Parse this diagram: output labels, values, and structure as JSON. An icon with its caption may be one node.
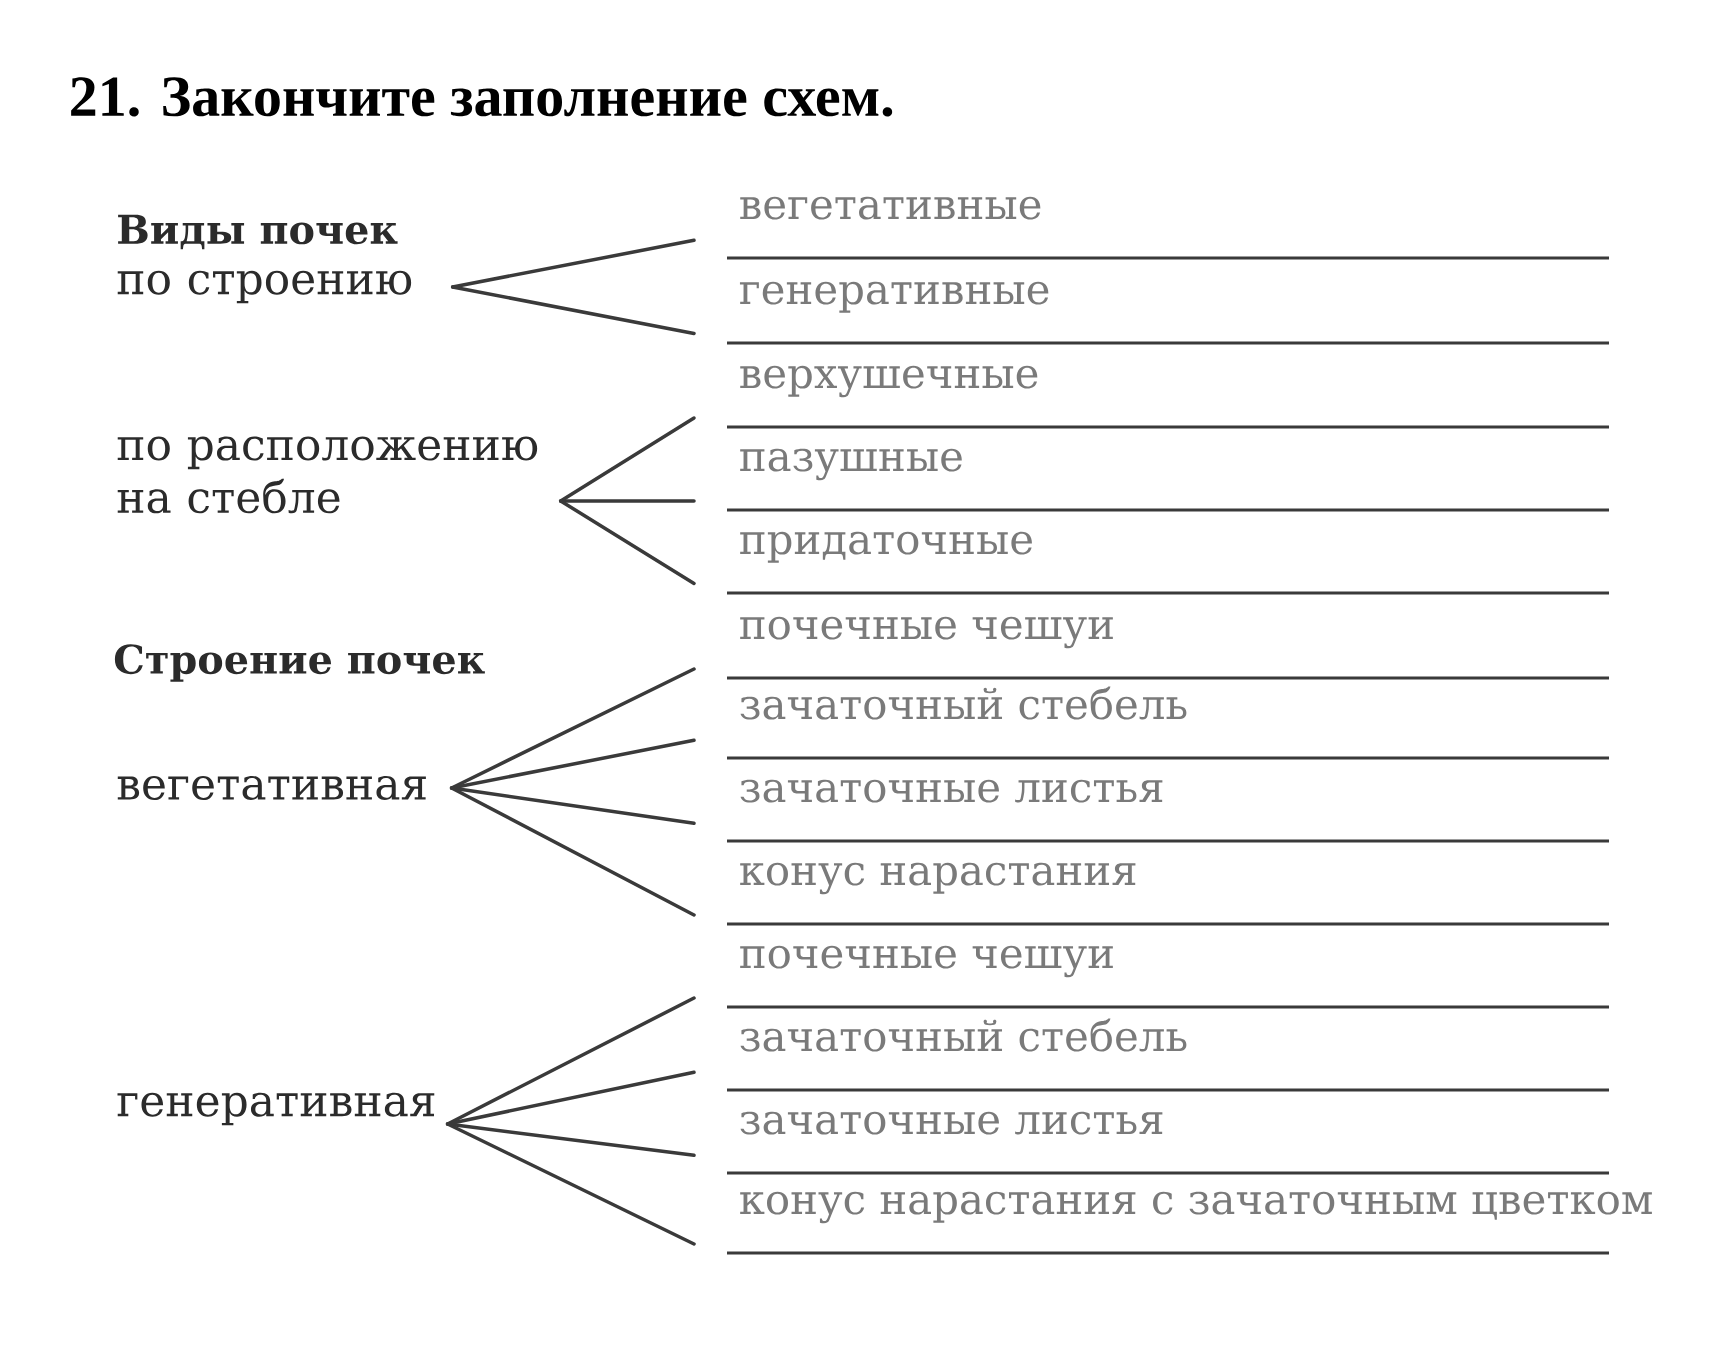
{
  "diagram": {
    "title": "21. Закончите заполнение схем.",
    "nodes": [
      {
        "text": [
          "по строению"
        ]
      },
      {
        "text": [
          "по расположению на стебле"
        ]
      },
      {
        "text": [
          "вегетативная"
        ]
      },
      {
        "text": [
          "генеративная"
        ]
      },
      {
        "text": [
          "вегетативные"
        ]
      },
      {
        "text": [
          "генеративные"
        ]
      },
      {
        "text": [
          "верхушечные"
        ]
      },
      {
        "text": [
          "пазушные"
        ]
      },
      {
        "text": [
          "придаточные"
        ]
      },
      {
        "text": [
          "почечные чешуи"
        ]
      },
      {
        "text": [
          "зачаточный стебель"
        ]
      },
      {
        "text": [
          "зачаточные листья"
        ]
      },
      {
        "text": [
          "конус нарастания"
        ]
      },
      {
        "text": [
          "почечные чешуи"
        ]
      },
      {
        "text": [
          "зачаточный стебель"
        ]
      },
      {
        "text": [
          "зачаточные листья"
        ]
      },
      {
        "text": [
          "конус нарастания с зачаточным цветком"
        ]
      }
    ],
    "edges": [
      {
        "from": 0,
        "to": 4,
        "arrow": "none"
      },
      {
        "from": 0,
        "to": 5,
        "arrow": "none"
      },
      {
        "from": 1,
        "to": 6,
        "arrow": "none"
      },
      {
        "from": 1,
        "to": 7,
        "arrow": "none"
      },
      {
        "from": 1,
        "to": 8,
        "arrow": "none"
      },
      {
        "from": 2,
        "to": 9,
        "arrow": "none"
      },
      {
        "from": 2,
        "to": 10,
        "arrow": "none"
      },
      {
        "from": 2,
        "to": 11,
        "arrow": "none"
      },
      {
        "from": 2,
        "to": 12,
        "arrow": "none"
      },
      {
        "from": 3,
        "to": 13,
        "arrow": "none"
      },
      {
        "from": 3,
        "to": 14,
        "arrow": "none"
      },
      {
        "from": 3,
        "to": 15,
        "arrow": "none"
      },
      {
        "from": 3,
        "to": 16,
        "arrow": "none"
      }
    ],
    "labels": [
      "Виды почек",
      "Строение почек"
    ]
  }
}
